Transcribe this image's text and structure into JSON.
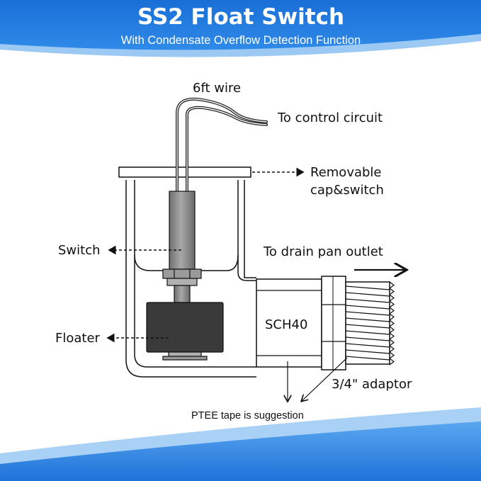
{
  "header": {
    "title": "SS2 Float Switch",
    "subtitle": "With Condensate Overflow Detection Function"
  },
  "labels": {
    "wire": "6ft wire",
    "control": "To control circuit",
    "cap_line1": "Removable",
    "cap_line2": "cap&switch",
    "switch": "Switch",
    "drain": "To drain pan outlet",
    "floater": "Floater",
    "sch40": "SCH40",
    "adaptor": "3/4\" adaptor",
    "tape": "PTEE tape is suggestion"
  },
  "colors": {
    "header_blue": "#1f73d9",
    "header_light": "#8fc1f2",
    "footer_blue": "#2b86e6",
    "floater": "#3a3a3a",
    "switch_body": "#8a8a8a"
  }
}
